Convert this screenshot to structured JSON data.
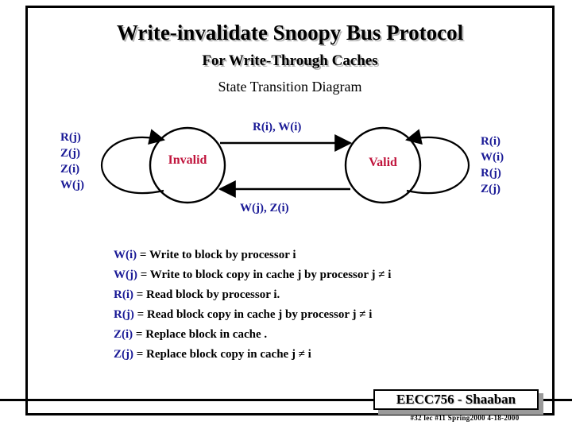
{
  "slide": {
    "title_main": "Write-invalidate Snoopy Bus Protocol",
    "title_sub": "For Write-Through Caches",
    "title_third": "State Transition Diagram"
  },
  "diagram": {
    "states": [
      {
        "id": "invalid",
        "label": "Invalid"
      },
      {
        "id": "valid",
        "label": "Valid"
      }
    ],
    "transitions": {
      "invalid_to_valid": "R(i), W(i)",
      "valid_to_invalid": "W(j), Z(i)",
      "invalid_self_loop": [
        "R(j)",
        "Z(j)",
        "Z(i)",
        "W(j)"
      ],
      "valid_self_loop": [
        "R(i)",
        "W(i)",
        "R(j)",
        "Z(j)"
      ]
    },
    "colors": {
      "state_text": "#c0143c",
      "event_text": "#1a1a96",
      "stroke": "#000000"
    }
  },
  "legend": [
    {
      "symbol": "W(i)",
      "desc": "=  Write to block by processor i"
    },
    {
      "symbol": "W(j)",
      "desc": "= Write to block copy in cache j by processor j  ≠ i"
    },
    {
      "symbol": "R(i)",
      "desc": "= Read block by processor i."
    },
    {
      "symbol": "R(j)",
      "desc": "= Read block copy in cache j by processor j  ≠ i"
    },
    {
      "symbol": "Z(i)",
      "desc": "= Replace block in cache ."
    },
    {
      "symbol": "Z(j)",
      "desc": "= Replace block copy in cache j  ≠ i"
    }
  ],
  "footer": {
    "title": "EECC756 - Shaaban",
    "meta": "#32   lec #11   Spring2000   4-18-2000"
  }
}
